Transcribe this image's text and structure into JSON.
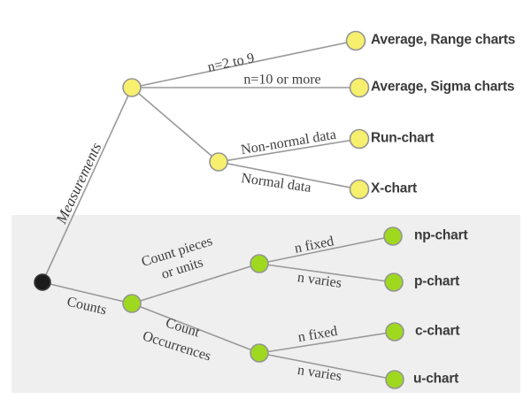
{
  "diagram": {
    "type": "control-chart-selection-decision-tree",
    "colors": {
      "panel": "#efefef",
      "line": "#999999",
      "measurements_node": "#f7ef6e",
      "counts_node": "#9ed91f",
      "root_node": "#1c1c1c",
      "node_stroke": "#949494",
      "edge_label_text": "#3e3e3e",
      "leaf_label_text": "#3a3a3a"
    },
    "edges": {
      "measurements": "Measurements",
      "counts": "Counts",
      "n_2_to_9": "n=2 to 9",
      "n_10_or_more": "n=10 or more",
      "non_normal": "Non-normal data",
      "normal": "Normal data",
      "count_pieces_line1": "Count pieces",
      "count_pieces_line2": "or units",
      "count_occurrences_line1": "Count",
      "count_occurrences_line2": "Occurrences",
      "np_n_fixed": "n fixed",
      "p_n_varies": "n varies",
      "c_n_fixed": "n fixed",
      "u_n_varies": "n varies"
    },
    "leaves": {
      "average_range": "Average, Range charts",
      "average_sigma": "Average, Sigma charts",
      "run": "Run-chart",
      "x": "X-chart",
      "np": "np-chart",
      "p": "p-chart",
      "c": "c-chart",
      "u": "u-chart"
    }
  }
}
